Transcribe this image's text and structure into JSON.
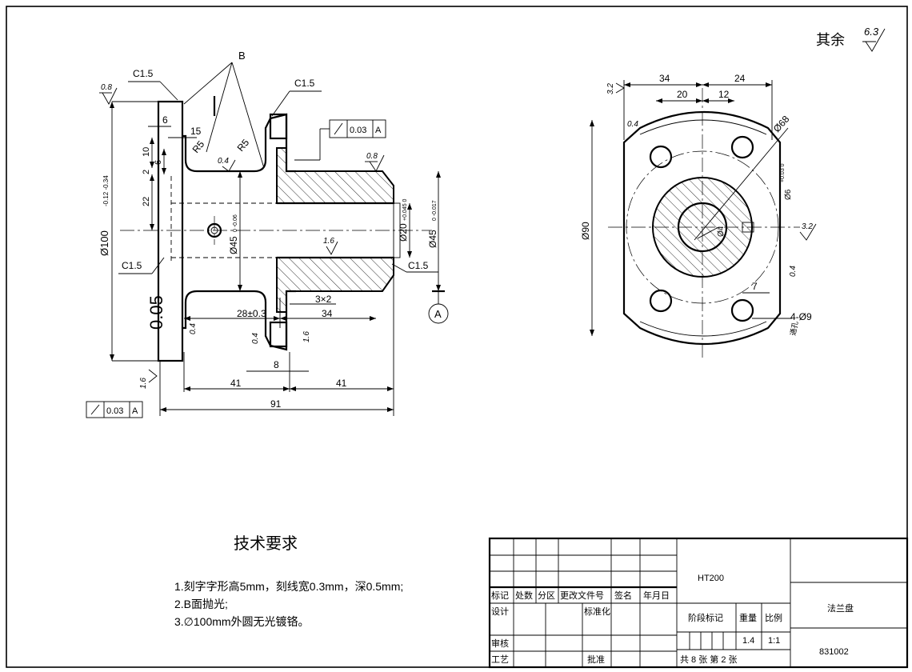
{
  "sheet": {
    "remaining_roughness_label": "其余",
    "remaining_roughness_value": "6.3"
  },
  "front_view": {
    "callout_b": "B",
    "chamfer_left_top": "C1.5",
    "chamfer_mid_top": "C1.5",
    "chamfer_left_bottom": "C1.5",
    "chamfer_right_bottom": "C1.5",
    "dia_100": "Ø100",
    "dia_100_tol": "-0.12 -0.34",
    "dia_45_inner": "Ø45",
    "dia_45_inner_tol": "0 -0.06",
    "dia_20": "Ø20",
    "dia_20_tol": "+0.045 0",
    "dia_45_outer": "Ø45",
    "dia_45_outer_tol": "0 -0.017",
    "radius_1": "R5",
    "radius_2": "R5",
    "dim_6": "6",
    "dim_15": "15",
    "dim_10": "10",
    "dim_2": "2",
    "dim_6b": "6",
    "dim_22": "22",
    "dim_28": "28±0.3",
    "dim_34": "34",
    "dim_3x2": "3×2",
    "dim_8": "8",
    "dim_41a": "41",
    "dim_41b": "41",
    "dim_91": "91",
    "engraving": "0.05",
    "roughness_08a": "0.8",
    "roughness_08b": "0.8",
    "roughness_04a": "0.4",
    "roughness_04b": "0.4",
    "roughness_04c": "0.4",
    "roughness_16a": "1.6",
    "roughness_16b": "1.6",
    "roughness_16c": "1.6",
    "runout_value_1": "0.03",
    "runout_datum_1": "A",
    "runout_value_2": "0.03",
    "runout_datum_2": "A",
    "datum_label": "A"
  },
  "side_view": {
    "dim_34": "34",
    "dim_24": "24",
    "dim_20": "20",
    "dim_12": "12",
    "dia_68": "Ø68",
    "dia_90": "Ø90",
    "dia_6": "Ø6",
    "dia_6_tol": "+0.03 0",
    "dia_4": "Ø4",
    "dim_7": "7",
    "holes": "4-Ø9",
    "holes_note": "通孔",
    "roughness_32a": "3.2",
    "roughness_32b": "3.2",
    "roughness_04a": "0.4",
    "roughness_04b": "0.4"
  },
  "notes": {
    "title": "技术要求",
    "items": [
      "1.刻字字形高5mm，刻线宽0.3mm，深0.5mm;",
      "2.B面抛光;",
      "3.∅100mm外圆无光镀铬。"
    ]
  },
  "title_block": {
    "material": "HT200",
    "part_name": "法兰盘",
    "drawing_no": "831002",
    "h_mark": "标记",
    "h_count": "处数",
    "h_zone": "分区",
    "h_change": "更改文件号",
    "h_sign": "签名",
    "h_date": "年月日",
    "design": "设计",
    "standard": "标准化",
    "check": "审核",
    "process": "工艺",
    "approve": "批准",
    "stage": "阶段标记",
    "weight": "重量",
    "scale": "比例",
    "weight_val": "1.4",
    "scale_val": "1:1",
    "sheets": "共 8 张 第 2 张"
  }
}
